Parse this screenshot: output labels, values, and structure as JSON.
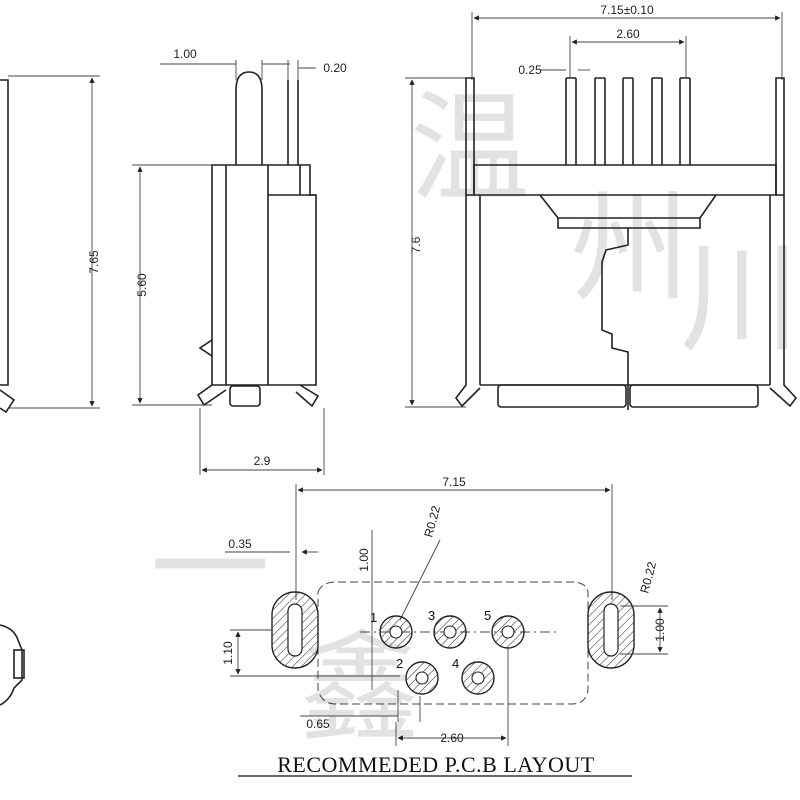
{
  "watermark": {
    "chars": [
      "温",
      "州",
      "川",
      "一",
      "鑫"
    ]
  },
  "left_view": {
    "height_dim": "7.65"
  },
  "side_view": {
    "top_width_dim": "1.00",
    "pin_dim": "0.20",
    "height_dim": "5.60",
    "width_dim": "2.9"
  },
  "front_view": {
    "width_dim": "7.15±0.10",
    "pitch_dim": "2.60",
    "pin_width_dim": "0.25",
    "height_dim": "7.6"
  },
  "pcb_layout": {
    "title": "RECOMMEDED P.C.B LAYOUT",
    "width_dim": "7.15",
    "slot_width_dim": "0.35",
    "slot_len_dim": "1.00",
    "pad_radius_dim": "R0.22",
    "right_radius_dim": "R0.22",
    "right_len_dim": "1.00",
    "row_offset_dim": "1.10",
    "pad_offset_dim": "0.65",
    "pitch_dim": "2.60",
    "pins": [
      "1",
      "2",
      "3",
      "4",
      "5"
    ]
  }
}
